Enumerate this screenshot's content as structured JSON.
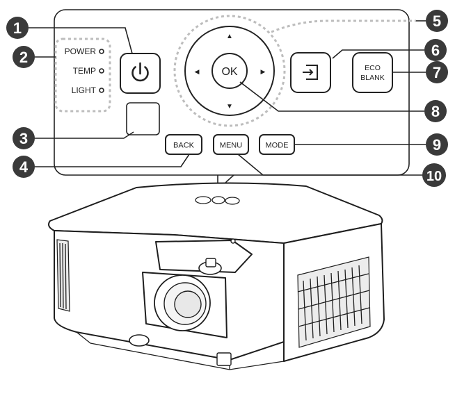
{
  "panel": {
    "indicators": [
      "POWER",
      "TEMP",
      "LIGHT"
    ],
    "nav": {
      "ok_label": "OK",
      "up_glyph": "▲",
      "down_glyph": "▼",
      "left_glyph": "◀",
      "right_glyph": "▶"
    },
    "buttons": {
      "back": "BACK",
      "menu": "MENU",
      "mode": "MODE",
      "eco_line1": "ECO",
      "eco_line2": "BLANK"
    },
    "icons": {
      "power": "power-icon",
      "source": "source-input-icon",
      "sensor": "ir-sensor-window"
    }
  },
  "callouts": [
    "1",
    "2",
    "3",
    "4",
    "5",
    "6",
    "7",
    "8",
    "9",
    "10"
  ],
  "colors": {
    "badge": "#3a3a3a",
    "outline": "#222222",
    "dashed": "#bdbdbd"
  }
}
